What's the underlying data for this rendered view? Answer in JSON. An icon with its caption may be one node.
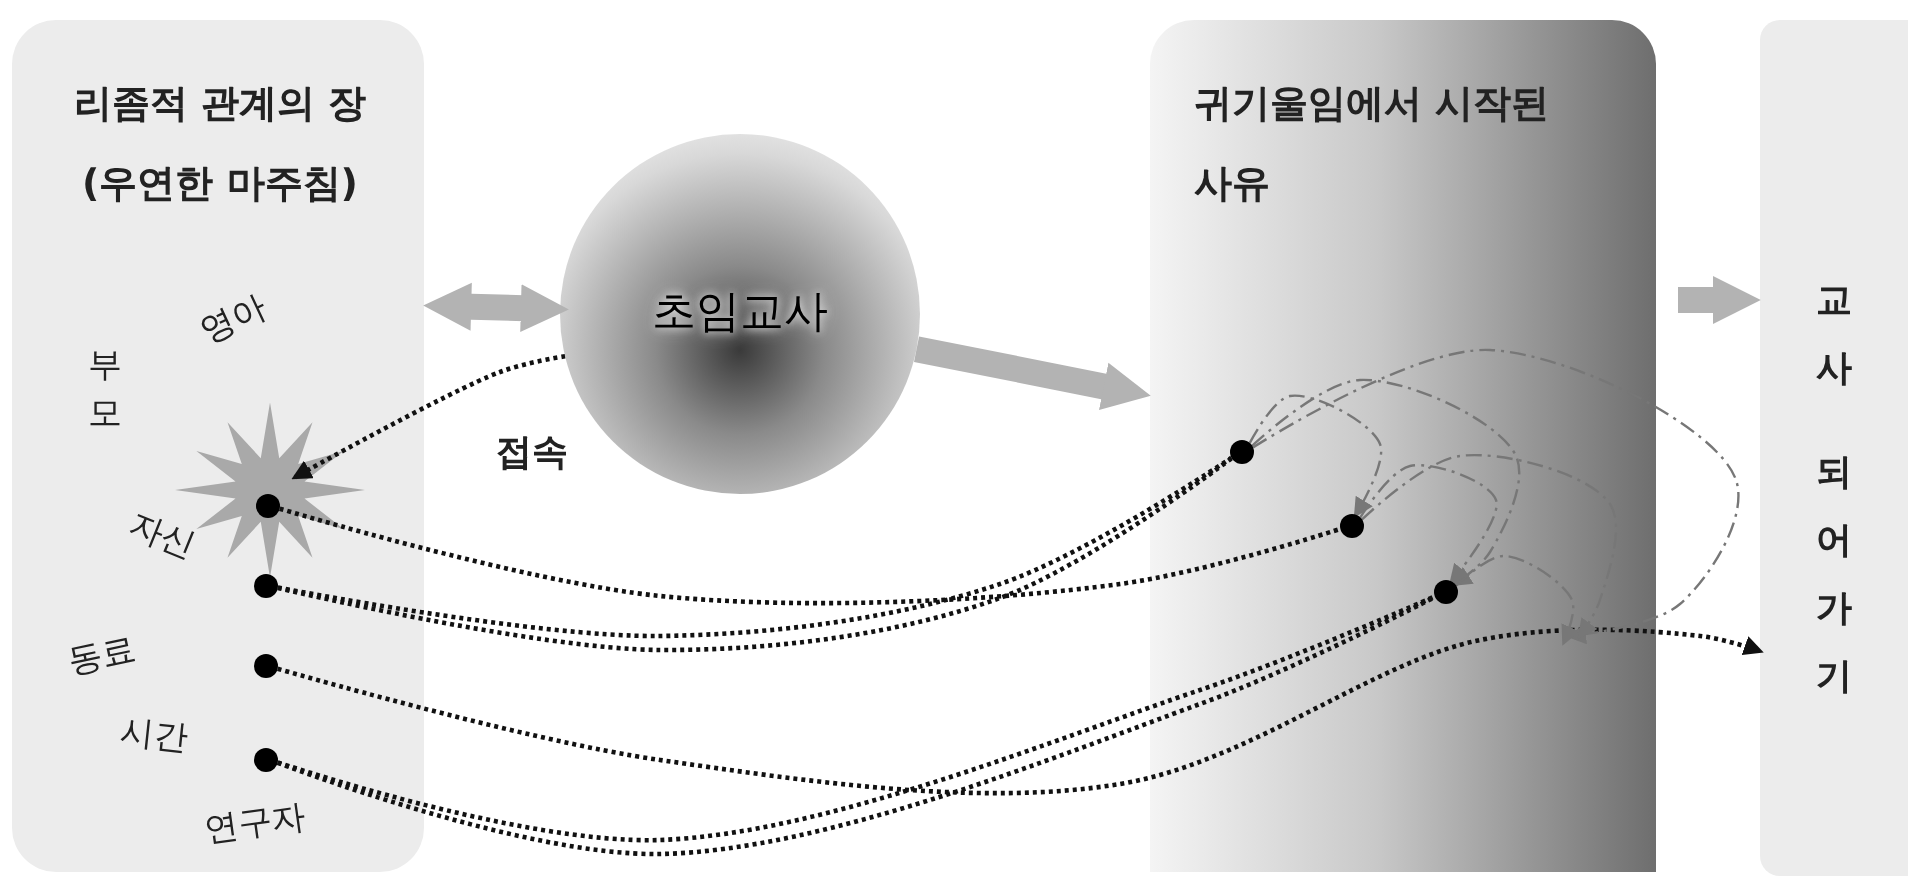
{
  "diagram": {
    "nodes": [
      {
        "text": [
          "리좀적 관계의 장 (우연한 마주침)"
        ]
      },
      {
        "text": [
          "초임교사"
        ]
      },
      {
        "text": [
          "귀기울임에서 시작된 사유"
        ]
      },
      {
        "text": [
          "교사 되어가기"
        ]
      },
      {
        "text": [],
        "shape": "star",
        "in": 0
      },
      {
        "text": [],
        "shape": "circle",
        "in": 4
      },
      {
        "text": [],
        "shape": "circle",
        "in": 0
      },
      {
        "text": [],
        "shape": "circle",
        "in": 0
      },
      {
        "text": [],
        "shape": "circle",
        "in": 0
      },
      {
        "text": [],
        "shape": "circle",
        "in": 2
      },
      {
        "text": [],
        "shape": "circle",
        "in": 2
      },
      {
        "text": [],
        "shape": "circle",
        "in": 2
      }
    ],
    "edges": [
      {
        "from": 0,
        "to": 1,
        "arrow": "both",
        "style": "thick",
        "color": "#b3b3b3"
      },
      {
        "from": 1,
        "to": 2,
        "arrow": "to",
        "style": "thick",
        "color": "#b3b3b3"
      },
      {
        "from": 2,
        "to": 3,
        "arrow": "to",
        "style": "thick",
        "color": "#b3b3b3"
      },
      {
        "from": 1,
        "to": 4,
        "arrow": "to",
        "label": "접속",
        "style": "dashed"
      },
      {
        "from": 5,
        "to": 10,
        "arrow": "none",
        "style": "dashed"
      },
      {
        "from": 6,
        "to": 9,
        "arrow": "none",
        "style": "dashed"
      },
      {
        "from": 6,
        "to": 9,
        "arrow": "none",
        "style": "dashed"
      },
      {
        "from": 7,
        "to": 3,
        "arrow": "to",
        "style": "dashed"
      },
      {
        "from": 8,
        "to": 11,
        "arrow": "none",
        "style": "dashed"
      },
      {
        "from": 8,
        "to": 11,
        "arrow": "none",
        "style": "dashed"
      },
      {
        "from": 9,
        "to": 10,
        "arrow": "to",
        "style": "dashed",
        "color": "#777777"
      },
      {
        "from": 9,
        "to": 11,
        "arrow": "to",
        "style": "dashed",
        "color": "#777777"
      },
      {
        "from": 10,
        "to": 11,
        "arrow": "to",
        "style": "dashed",
        "color": "#777777"
      },
      {
        "from": 9,
        "to": null,
        "arrow": "to",
        "style": "dashed",
        "color": "#777777"
      },
      {
        "from": 10,
        "to": null,
        "arrow": "to",
        "style": "dashed",
        "color": "#777777"
      },
      {
        "from": 11,
        "to": null,
        "arrow": "to",
        "style": "dashed",
        "color": "#777777"
      }
    ],
    "labels": [
      "영아",
      "부모",
      "자신",
      "동료",
      "시간",
      "연구자"
    ]
  }
}
